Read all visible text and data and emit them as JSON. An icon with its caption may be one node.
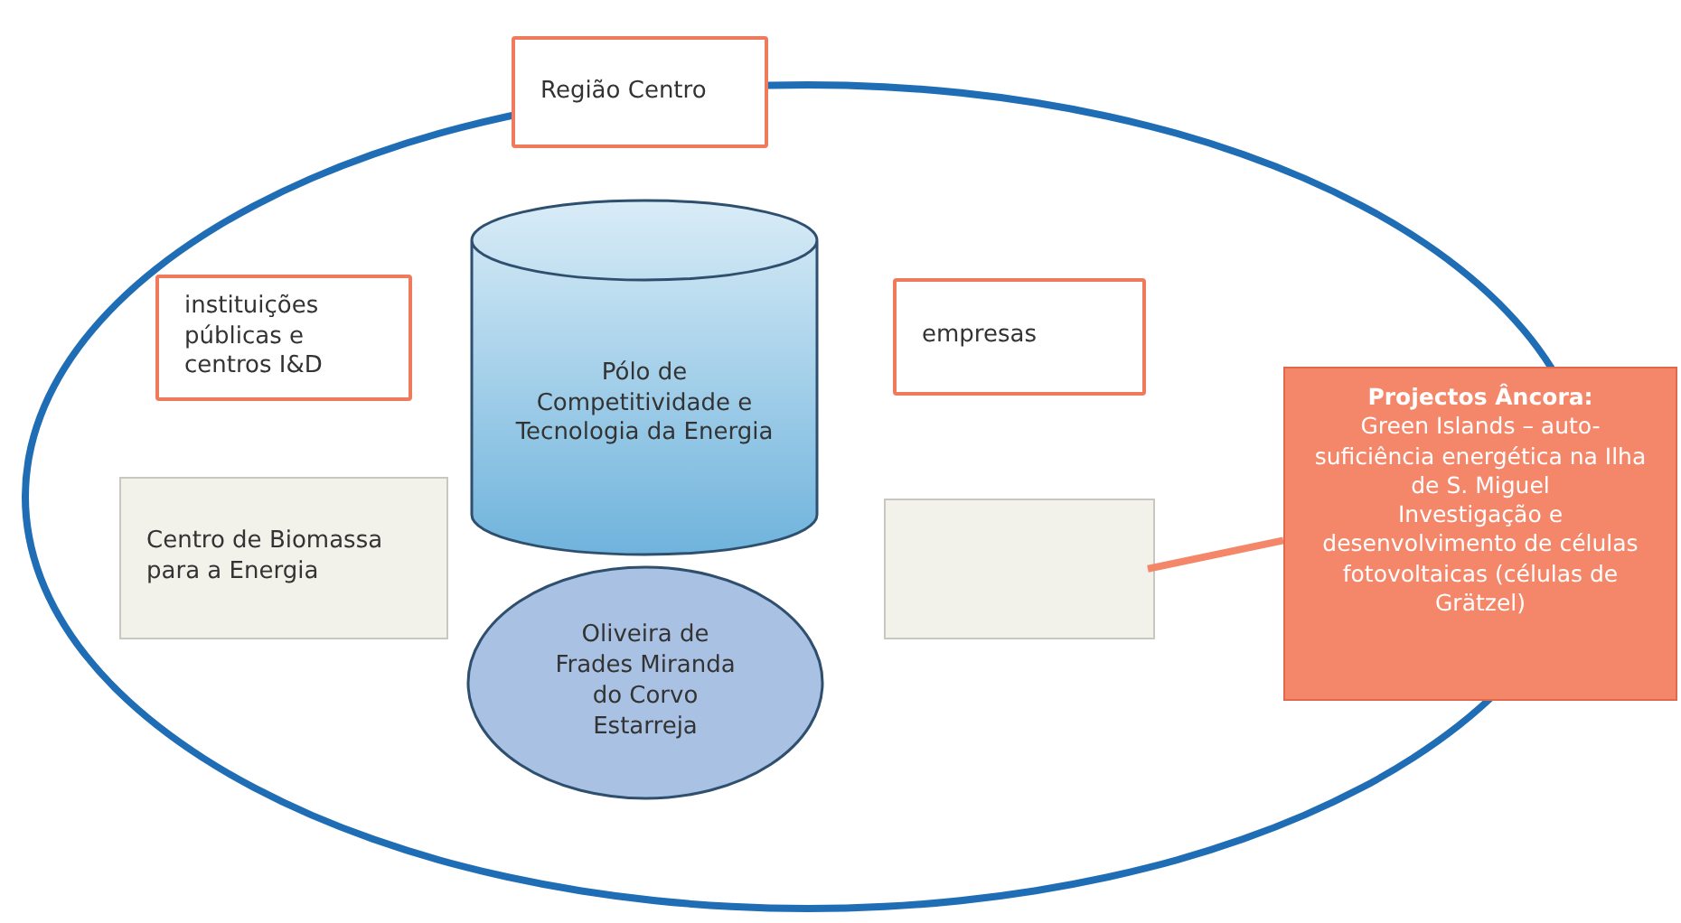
{
  "diagram": {
    "nodes": [
      {
        "text": [],
        "shape": "ellipse"
      },
      {
        "text": [
          "Região Centro"
        ]
      },
      {
        "text": [
          "instituições públicas e centros I&D"
        ],
        "in": 0
      },
      {
        "text": [
          "Pólo de Competitividade e Tecnologia da Energia"
        ],
        "in": 0
      },
      {
        "text": [
          "empresas"
        ],
        "in": 0
      },
      {
        "text": [
          "Centro de Biomassa para a Energia"
        ],
        "in": 0
      },
      {
        "text": [],
        "shape": "box",
        "in": 0
      },
      {
        "text": [
          "Oliveira de Frades Miranda do Corvo Estarreja"
        ],
        "in": 0
      },
      {
        "text": [
          "Projectos Âncora:",
          "Green Islands – auto-suficiência energética na Ilha de S. Miguel",
          "Investigação e desenvolvimento de células fotovoltaicas (células de Grätzel)"
        ]
      }
    ],
    "edges": [
      {
        "from": 8,
        "to": 6,
        "arrow": "none"
      }
    ]
  }
}
